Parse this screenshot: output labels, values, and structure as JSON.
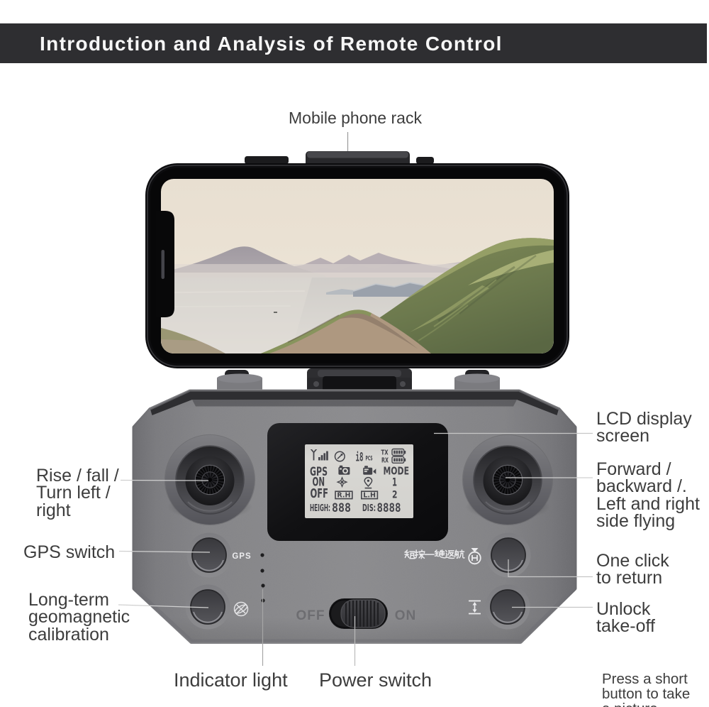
{
  "title_bar": {
    "text": "Introduction and Analysis of Remote Control"
  },
  "callouts": {
    "mobile_phone_rack": "Mobile phone rack",
    "rise_fall": [
      "Rise / fall /",
      "Turn left /",
      "right"
    ],
    "gps_switch": "GPS switch",
    "long_term": [
      "Long-term",
      "geomagnetic",
      "calibration"
    ],
    "lcd_display": [
      "LCD display",
      "screen"
    ],
    "forward": [
      "Forward /",
      "backward /.",
      "Left and right",
      "side flying"
    ],
    "one_click": [
      "One click",
      "to return"
    ],
    "unlock": [
      "Unlock",
      "take-off"
    ],
    "press_short": [
      "Press a short",
      "button to take",
      "a picture"
    ],
    "indicator_light": "Indicator light",
    "power_switch": "Power switch"
  },
  "remote": {
    "gps_button_label": "GPS",
    "return_home_text": "短按一键返航",
    "power_off_label": "OFF",
    "power_on_label": "ON"
  },
  "lcd": {
    "count": "i8",
    "count_unit": "PCS",
    "tx": "TX",
    "rx": "RX",
    "gps": "GPS",
    "mode": "MODE",
    "on": "ON",
    "mode1": "1",
    "off": "OFF",
    "mode2": "2",
    "rh": "R.H",
    "lh": "L.H",
    "heigh_label": "HEIGH:",
    "heigh_value": "888",
    "dis_label": "DIS:",
    "dis_value": "8888"
  },
  "colors": {
    "title_bar_bg": "#2e2e31",
    "body_gray": "#8a8a8d",
    "label_text": "#3d3d3d",
    "lcd_screen": "#d7d6d2"
  }
}
